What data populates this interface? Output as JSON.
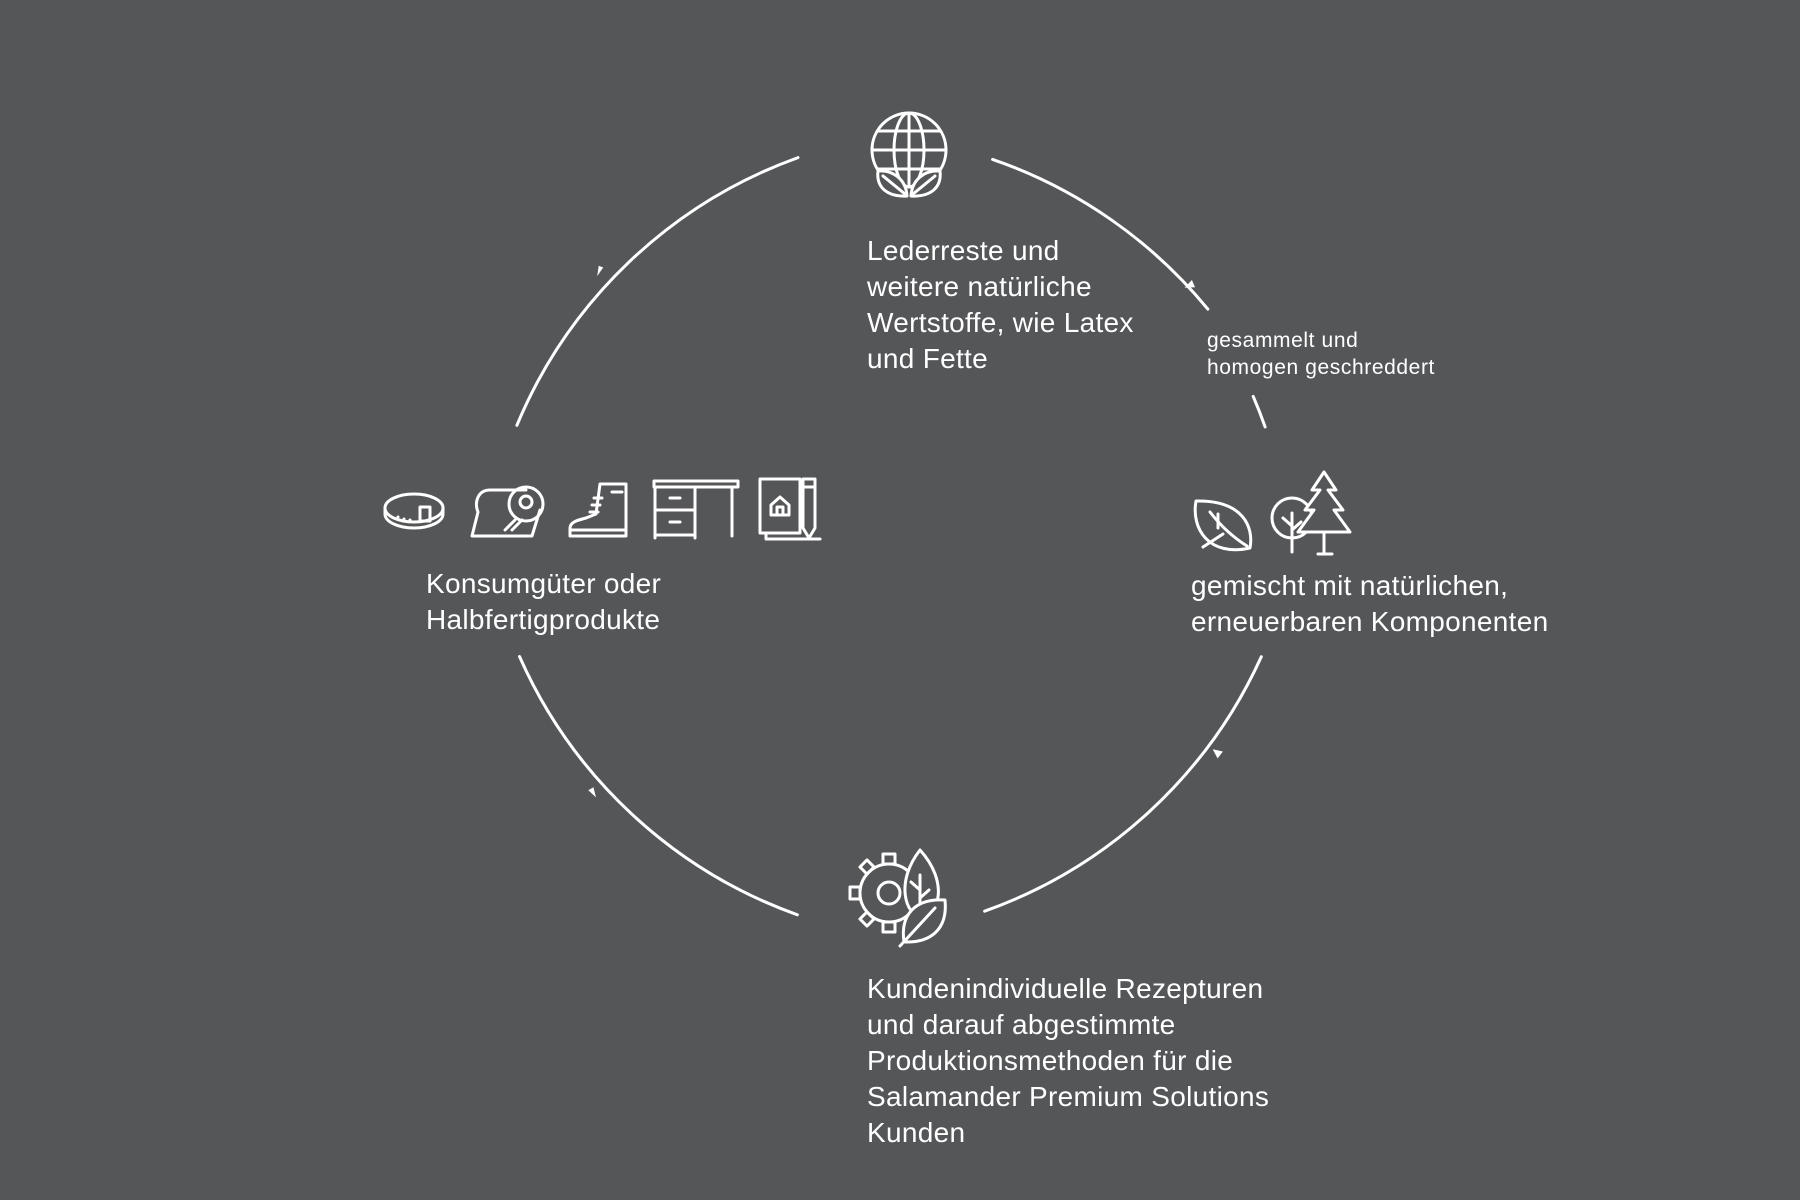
{
  "colors": {
    "background": "#555658",
    "foreground": "#ffffff"
  },
  "nodes": {
    "top": {
      "icon": "globe-with-leaves-icon",
      "lines": [
        "Lederreste und",
        "weitere natürliche",
        "Wertstoffe, wie Latex",
        "und Fette"
      ]
    },
    "right": {
      "icons": [
        "leaf-icon",
        "deciduous-tree-icon",
        "pine-tree-icon"
      ],
      "lines": [
        "gemischt mit natürlichen,",
        "erneuerbaren Komponenten"
      ]
    },
    "bottom": {
      "icon": "gear-with-leaves-icon",
      "lines": [
        "Kundenindividuelle Rezepturen",
        "und darauf abgestimmte",
        "Produktionsmethoden für die",
        "Salamander Premium Solutions",
        "Kunden"
      ]
    },
    "left": {
      "icons": [
        "belt-icon",
        "material-roll-icon",
        "boot-icon",
        "desk-icon",
        "notebook-pen-icon"
      ],
      "lines": [
        "Konsumgüter oder",
        "Halbfertigprodukte"
      ]
    }
  },
  "edge_labels": {
    "top_right": [
      "gesammelt und",
      "homogen geschreddert"
    ]
  }
}
